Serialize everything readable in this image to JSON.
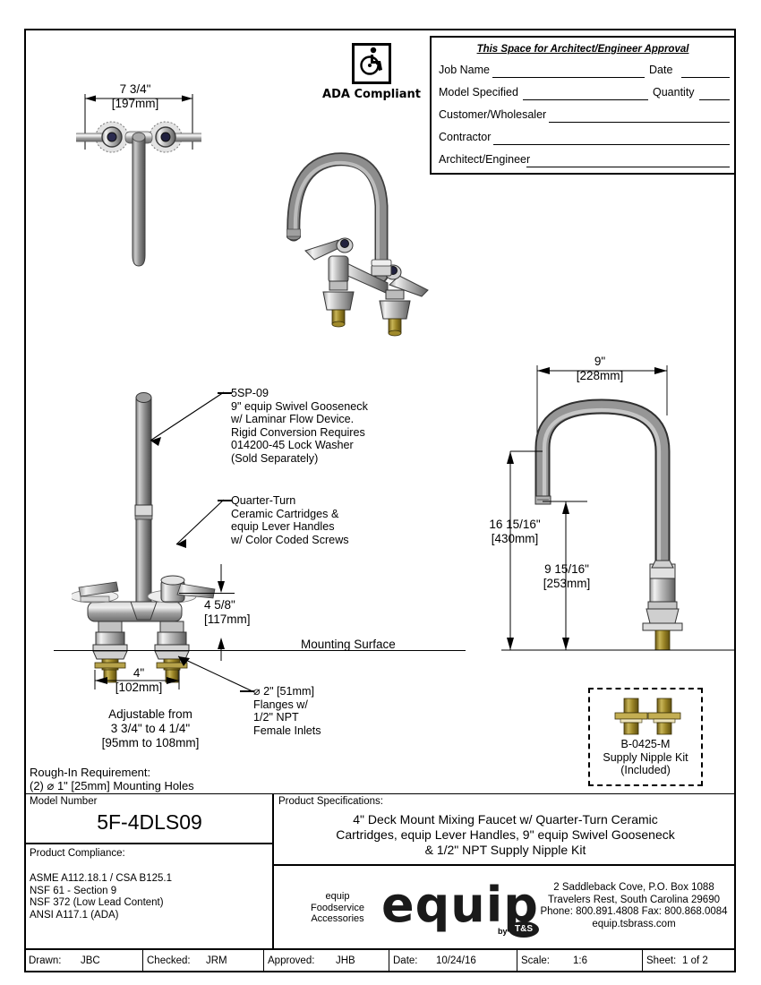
{
  "document": {
    "model_number_label": "Model Number",
    "model_number": "5F-4DLS09",
    "rough_in": "Rough-In Requirement:\n(2) ⌀ 1\" [25mm] Mounting Holes",
    "mounting_surface_label": "Mounting Surface",
    "ada_label": "ADA Compliant",
    "ada_icon": "wheelchair-icon"
  },
  "approval": {
    "title": "This Space for Architect/Engineer Approval",
    "rows": [
      {
        "label": "Job Name",
        "label2": "Date"
      },
      {
        "label": "Model Specified",
        "label2": "Quantity"
      },
      {
        "label": "Customer/Wholesaler",
        "label2": ""
      },
      {
        "label": "Contractor",
        "label2": ""
      },
      {
        "label": "Architect/Engineer",
        "label2": ""
      }
    ]
  },
  "dimensions": {
    "top_left_width": "7 3/4\"\n[197mm]",
    "gooseneck_reach": "9\"\n[228mm]",
    "overall_height": "16 15/16\"\n[430mm]",
    "spout_height": "9 15/16\"\n[253mm]",
    "body_height": "4 5/8\"\n[117mm]",
    "center_spread": "4\"\n[102mm]",
    "adjustable": "Adjustable from\n3 3/4\" to 4 1/4\"\n[95mm to 108mm]"
  },
  "callouts": {
    "gooseneck": "5SP-09\n9\" equip Swivel Gooseneck\nw/ Laminar Flow Device.\nRigid Conversion Requires\n014200-45 Lock Washer\n(Sold Separately)",
    "cartridges": "Quarter-Turn\nCeramic Cartridges &\nequip Lever Handles\nw/ Color Coded Screws",
    "flanges": "⌀ 2\" [51mm]\nFlanges w/\n1/2\" NPT\nFemale Inlets"
  },
  "nipple_kit": {
    "part": "B-0425-M",
    "name": "Supply Nipple Kit",
    "note": "(Included)"
  },
  "compliance": {
    "label": "Product Compliance:",
    "items": [
      "ASME A112.18.1 / CSA B125.1",
      "NSF 61 - Section 9",
      "NSF 372 (Low Lead Content)",
      "ANSI A117.1 (ADA)"
    ]
  },
  "specifications": {
    "label": "Product Specifications:",
    "text": "4\" Deck Mount Mixing Faucet w/ Quarter-Turn Ceramic\nCartridges, equip Lever Handles, 9\" equip Swivel Gooseneck\n& 1/2\" NPT Supply Nipple Kit"
  },
  "brand": {
    "tagline": "equip\nFoodservice\nAccessories",
    "logo_text": "equip",
    "logo_by": "by",
    "logo_sub": "T&S",
    "address_line1": "2 Saddleback Cove, P.O. Box 1088",
    "address_line2": "Travelers Rest, South Carolina 29690",
    "address_line3": "Phone: 800.891.4808  Fax: 800.868.0084",
    "address_line4": "equip.tsbrass.com"
  },
  "footer": {
    "fields": [
      {
        "key": "Drawn:",
        "value": "JBC"
      },
      {
        "key": "Checked:",
        "value": "JRM"
      },
      {
        "key": "Approved:",
        "value": "JHB"
      },
      {
        "key": "Date:",
        "value": "10/24/16"
      },
      {
        "key": "Scale:",
        "value": "1:6"
      },
      {
        "key": "Sheet:",
        "value": "1  of  2"
      }
    ]
  },
  "colors": {
    "line": "#000000",
    "metal_light": "#e8e8e8",
    "metal_mid": "#9a9a9a",
    "metal_dark": "#5a5a5a",
    "brass": "#8a7320",
    "brass_light": "#c9b45a"
  }
}
